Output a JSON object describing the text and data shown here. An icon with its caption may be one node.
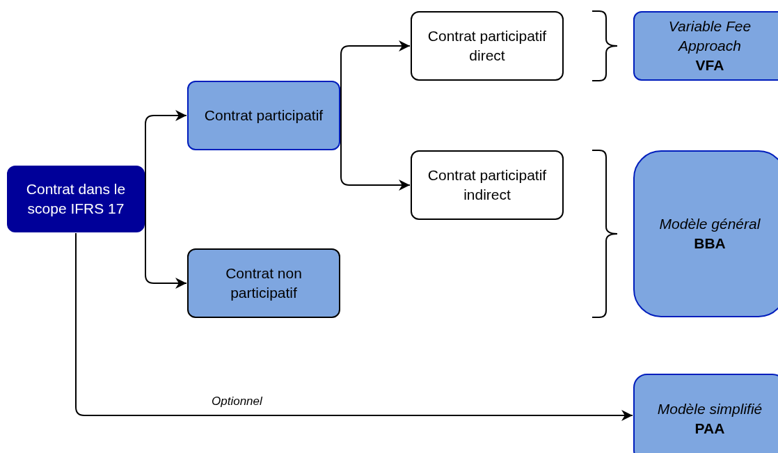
{
  "diagram": {
    "nodes": [
      {
        "text": [
          "Contrat dans le scope IFRS 17"
        ]
      },
      {
        "text": [
          "Contrat participatif"
        ]
      },
      {
        "text": [
          "Contrat non participatif"
        ]
      },
      {
        "text": [
          "Contrat participatif direct"
        ]
      },
      {
        "text": [
          "Contrat participatif indirect"
        ]
      },
      {
        "text": [
          "Variable Fee Approach",
          "VFA"
        ]
      },
      {
        "text": [
          "Modèle général",
          "BBA"
        ]
      },
      {
        "text": [
          "Modèle simplifié",
          "PAA"
        ]
      }
    ],
    "edges": [
      {
        "from": 0,
        "to": 1,
        "arrow": "to"
      },
      {
        "from": 0,
        "to": 2,
        "arrow": "to"
      },
      {
        "from": 1,
        "to": 3,
        "arrow": "to"
      },
      {
        "from": 1,
        "to": 4,
        "arrow": "to"
      },
      {
        "from": 0,
        "to": 7,
        "arrow": "to",
        "label": "Optionnel"
      }
    ]
  }
}
